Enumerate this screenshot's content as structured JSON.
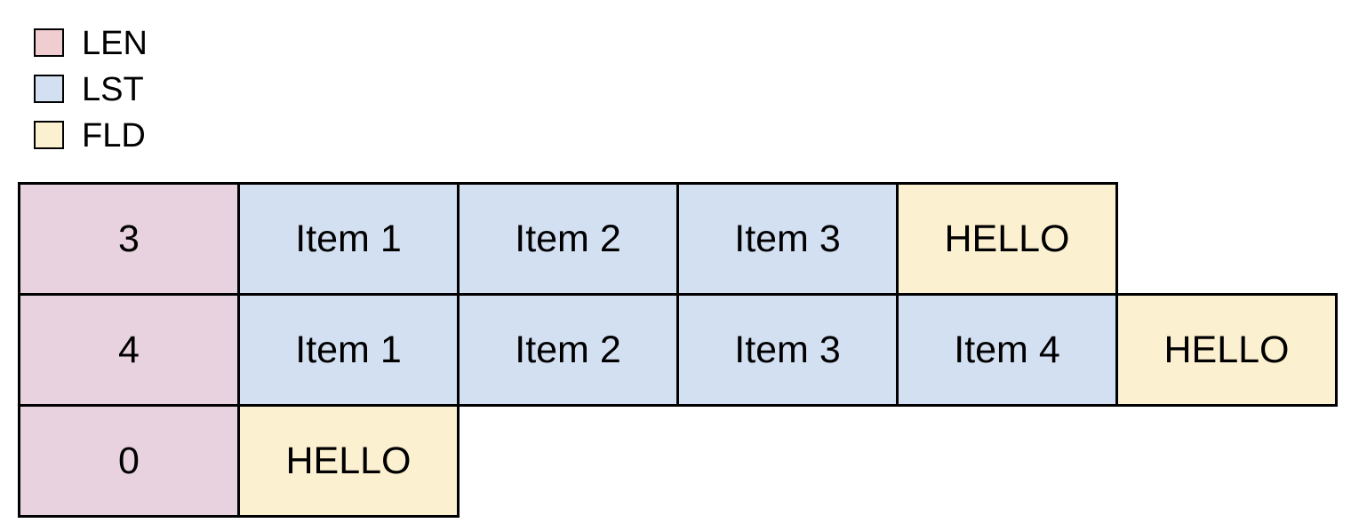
{
  "legend": {
    "items": [
      {
        "id": "len",
        "label": "LEN",
        "color": "#f0cdd1"
      },
      {
        "id": "lst",
        "label": "LST",
        "color": "#d3e0f2"
      },
      {
        "id": "fld",
        "label": "FLD",
        "color": "#fbf0cf"
      }
    ]
  },
  "colors": {
    "len": "#e8d2df",
    "lst": "#d3e0f2",
    "fld": "#fbf0cf",
    "border": "#000000",
    "text": "#000000",
    "background": "#ffffff"
  },
  "rows": [
    {
      "cells": [
        {
          "type": "len",
          "text": "3"
        },
        {
          "type": "lst",
          "text": "Item 1"
        },
        {
          "type": "lst",
          "text": "Item 2"
        },
        {
          "type": "lst",
          "text": "Item 3"
        },
        {
          "type": "fld",
          "text": "HELLO"
        }
      ]
    },
    {
      "cells": [
        {
          "type": "len",
          "text": "4"
        },
        {
          "type": "lst",
          "text": "Item 1"
        },
        {
          "type": "lst",
          "text": "Item 2"
        },
        {
          "type": "lst",
          "text": "Item 3"
        },
        {
          "type": "lst",
          "text": "Item 4"
        },
        {
          "type": "fld",
          "text": "HELLO"
        }
      ]
    },
    {
      "cells": [
        {
          "type": "len",
          "text": "0"
        },
        {
          "type": "fld",
          "text": "HELLO"
        }
      ]
    }
  ]
}
